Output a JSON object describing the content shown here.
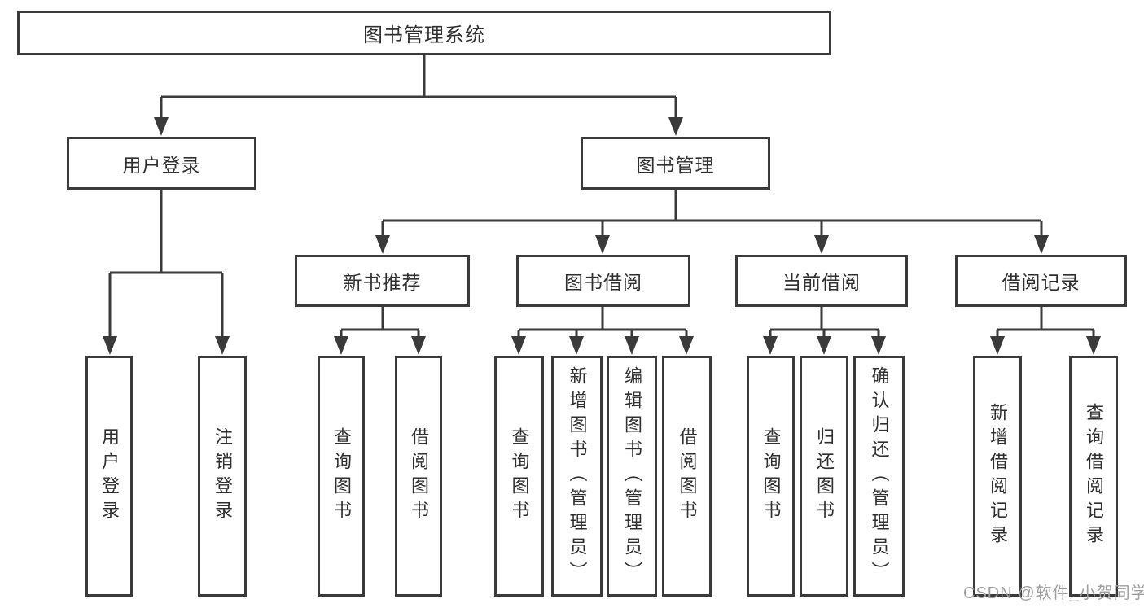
{
  "tree": {
    "root": {
      "label": "图书管理系统"
    },
    "level2": [
      {
        "label": "用户登录"
      },
      {
        "label": "图书管理"
      }
    ],
    "level3": [
      {
        "label": "新书推荐"
      },
      {
        "label": "图书借阅"
      },
      {
        "label": "当前借阅"
      },
      {
        "label": "借阅记录"
      }
    ],
    "leaves": {
      "user": [
        {
          "label": "用户登录"
        },
        {
          "label": "注销登录"
        }
      ],
      "new_book": [
        {
          "label": "查询图书"
        },
        {
          "label": "借阅图书"
        }
      ],
      "borrow": [
        {
          "label": "查询图书"
        },
        {
          "label": "新增图书（管理员）"
        },
        {
          "label": "编辑图书（管理员）"
        },
        {
          "label": "借阅图书"
        }
      ],
      "current": [
        {
          "label": "查询图书"
        },
        {
          "label": "归还图书"
        },
        {
          "label": "确认归还（管理员）"
        }
      ],
      "records": [
        {
          "label": "新增借阅记录"
        },
        {
          "label": "查询借阅记录"
        }
      ]
    }
  },
  "watermark": "CSDN @软件_小贺同学",
  "colors": {
    "line": "#3a3a3a",
    "text": "#2f2f2f",
    "watermark": "#9e9e9e",
    "background": "#ffffff"
  }
}
